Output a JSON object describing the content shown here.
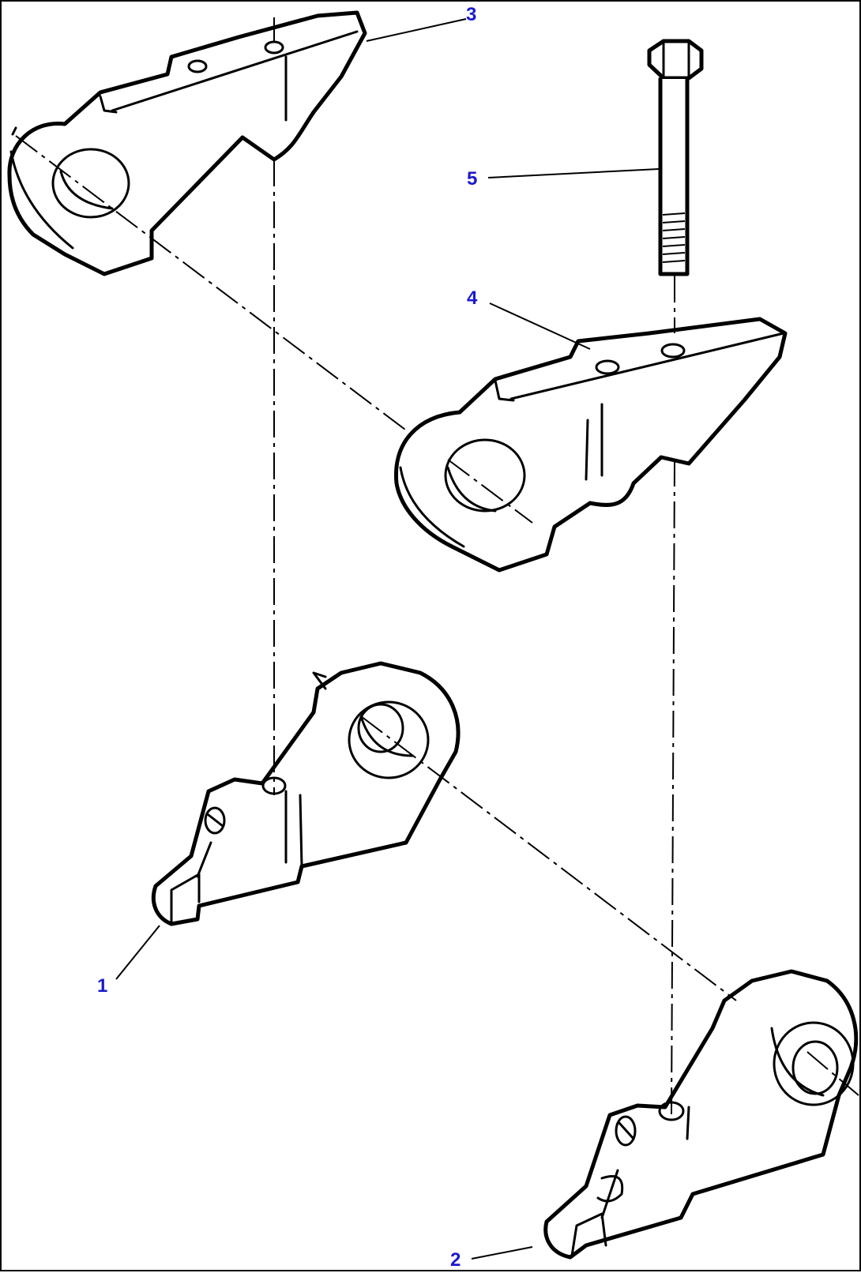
{
  "diagram": {
    "colors": {
      "callout": "#1a1acc",
      "line": "#000000",
      "background": "#ffffff"
    },
    "callouts": [
      {
        "id": "1",
        "label": "1"
      },
      {
        "id": "2",
        "label": "2"
      },
      {
        "id": "3",
        "label": "3"
      },
      {
        "id": "4",
        "label": "4"
      },
      {
        "id": "5",
        "label": "5"
      }
    ]
  }
}
